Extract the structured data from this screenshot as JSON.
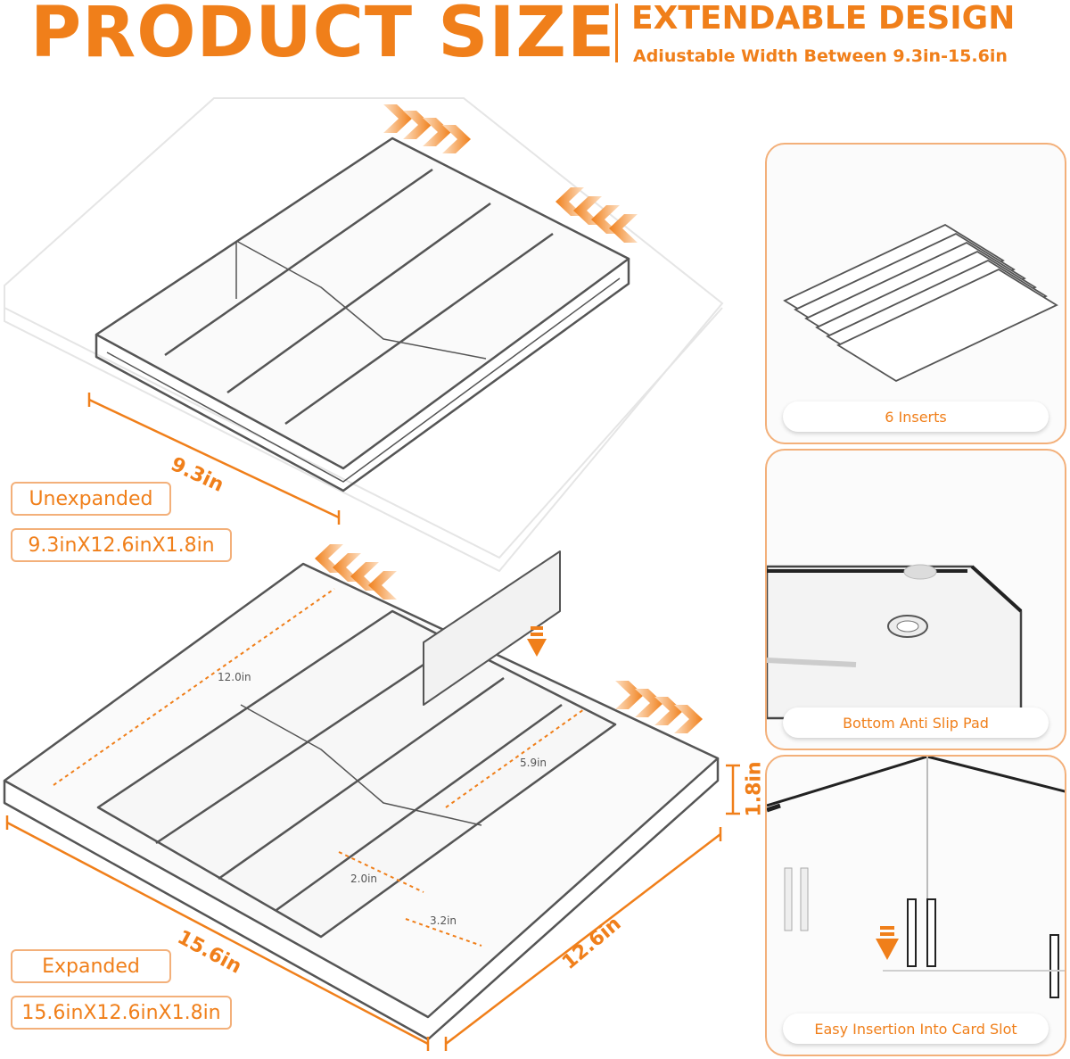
{
  "header": {
    "title": "PRODUCT SIZE",
    "subtitle": "EXTENDABLE DESIGN",
    "description": "Adiustable Width Between 9.3in-15.6in"
  },
  "unexpanded": {
    "width_label": "9.3in",
    "tag": "Unexpanded",
    "size": "9.3inX12.6inX1.8in"
  },
  "expanded": {
    "tag": "Expanded",
    "size": "15.6inX12.6inX1.8in",
    "width_label": "15.6in",
    "depth_label": "12.6in",
    "height_label": "1.8in",
    "inner": {
      "length": "12.0in",
      "slot_length": "5.9in",
      "slot_width_a": "2.0in",
      "slot_width_b": "3.2in"
    }
  },
  "panels": [
    {
      "caption": "6 Inserts"
    },
    {
      "caption": "Bottom Anti Slip Pad"
    },
    {
      "caption": "Easy Insertion Into Card Slot"
    }
  ],
  "colors": {
    "accent": "#f07f1a",
    "accent_light": "#f3b07a",
    "outline": "#555555"
  }
}
